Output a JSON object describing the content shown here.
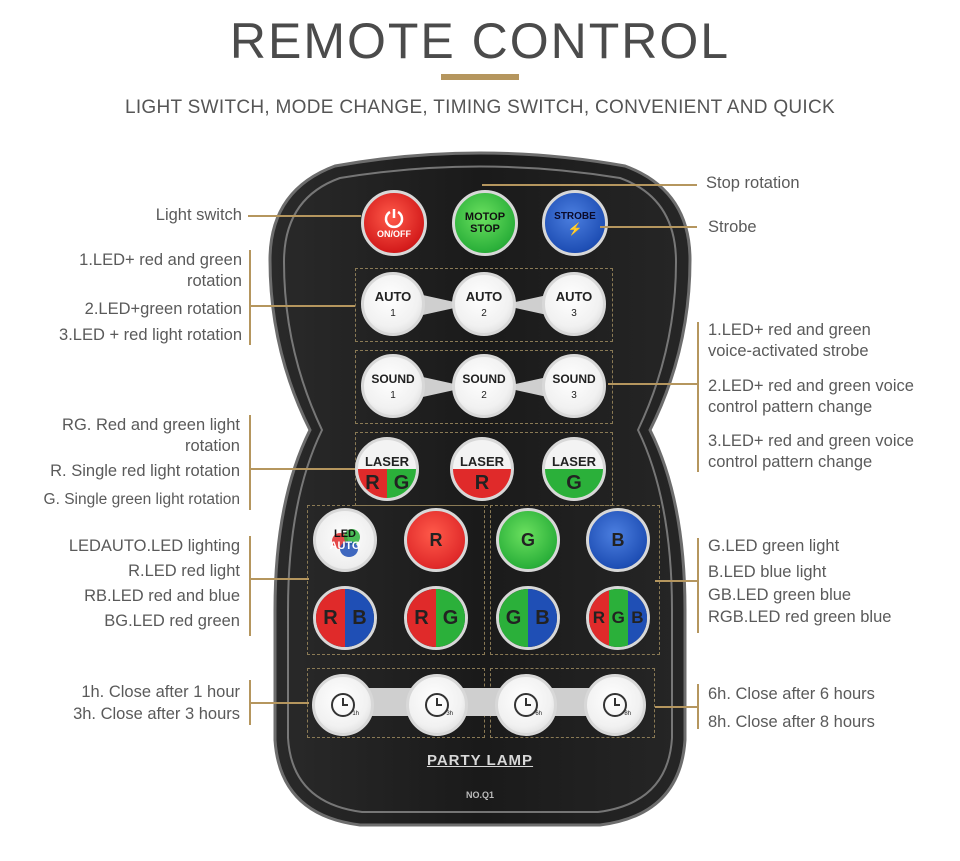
{
  "header": {
    "title": "REMOTE CONTROL",
    "subtitle": "LIGHT SWITCH, MODE CHANGE, TIMING SWITCH, CONVENIENT AND QUICK"
  },
  "labels": {
    "stop_rotation": "Stop rotation",
    "strobe": "Strobe",
    "light_switch": "Light switch",
    "auto1": "1.LED+ red and green rotation",
    "auto2": "2.LED+green rotation",
    "auto3": "3.LED + red light rotation",
    "sound1": "1.LED+ red and green voice-activated strobe",
    "sound2": "2.LED+ red and green voice control pattern change",
    "sound3": "3.LED+ red and green voice control pattern change",
    "laser_rg": "RG. Red and green light rotation",
    "laser_r": "R. Single red light rotation",
    "laser_g": "G. Single green light rotation",
    "led_auto": "LEDAUTO.LED lighting",
    "led_r": "R.LED red light",
    "led_rb": "RB.LED red and blue",
    "led_bg": "BG.LED red green",
    "led_g": "G.LED green light",
    "led_b": "B.LED blue light",
    "led_gb": "GB.LED green blue",
    "led_rgb": "RGB.LED red green blue",
    "t1": "1h. Close after 1 hour",
    "t3": "3h. Close after 3 hours",
    "t6": "6h. Close after 6 hours",
    "t8": "8h. Close after 8 hours"
  },
  "remote": {
    "power": {
      "label": "ON/OFF",
      "icon": "power-icon",
      "color": "#e02a2a"
    },
    "motor": {
      "line1": "MOTOP",
      "line2": "STOP",
      "color": "#2bb03a"
    },
    "strobe": {
      "label": "STROBE",
      "icon": "lightning-icon",
      "color": "#1f4fb5"
    },
    "auto": [
      {
        "label": "AUTO",
        "num": "1"
      },
      {
        "label": "AUTO",
        "num": "2"
      },
      {
        "label": "AUTO",
        "num": "3"
      }
    ],
    "sound": [
      {
        "label": "SOUND",
        "num": "1"
      },
      {
        "label": "SOUND",
        "num": "2"
      },
      {
        "label": "SOUND",
        "num": "3"
      }
    ],
    "laser": [
      {
        "label": "LASER",
        "letters": [
          "R",
          "G"
        ]
      },
      {
        "label": "LASER",
        "letters": [
          "R"
        ]
      },
      {
        "label": "LASER",
        "letters": [
          "G"
        ]
      }
    ],
    "led": {
      "auto_line1": "LED",
      "auto_line2": "AUTO",
      "r": "R",
      "g": "G",
      "b": "B",
      "rb": [
        "R",
        "B"
      ],
      "rg": [
        "R",
        "G"
      ],
      "gb": [
        "G",
        "B"
      ],
      "rgb": [
        "R",
        "G",
        "B"
      ]
    },
    "timers": [
      {
        "icon": "clock-icon",
        "h": "1h"
      },
      {
        "icon": "clock-icon",
        "h": "3h"
      },
      {
        "icon": "clock-icon",
        "h": "6h"
      },
      {
        "icon": "clock-icon",
        "h": "8h"
      }
    ],
    "brand": "PARTY LAMP",
    "model": "NO.Q1"
  },
  "colors": {
    "accent": "#b5965e",
    "red": "#e02a2a",
    "green": "#2bb03a",
    "blue": "#1f4fb5",
    "body": "#1c1c1c"
  }
}
